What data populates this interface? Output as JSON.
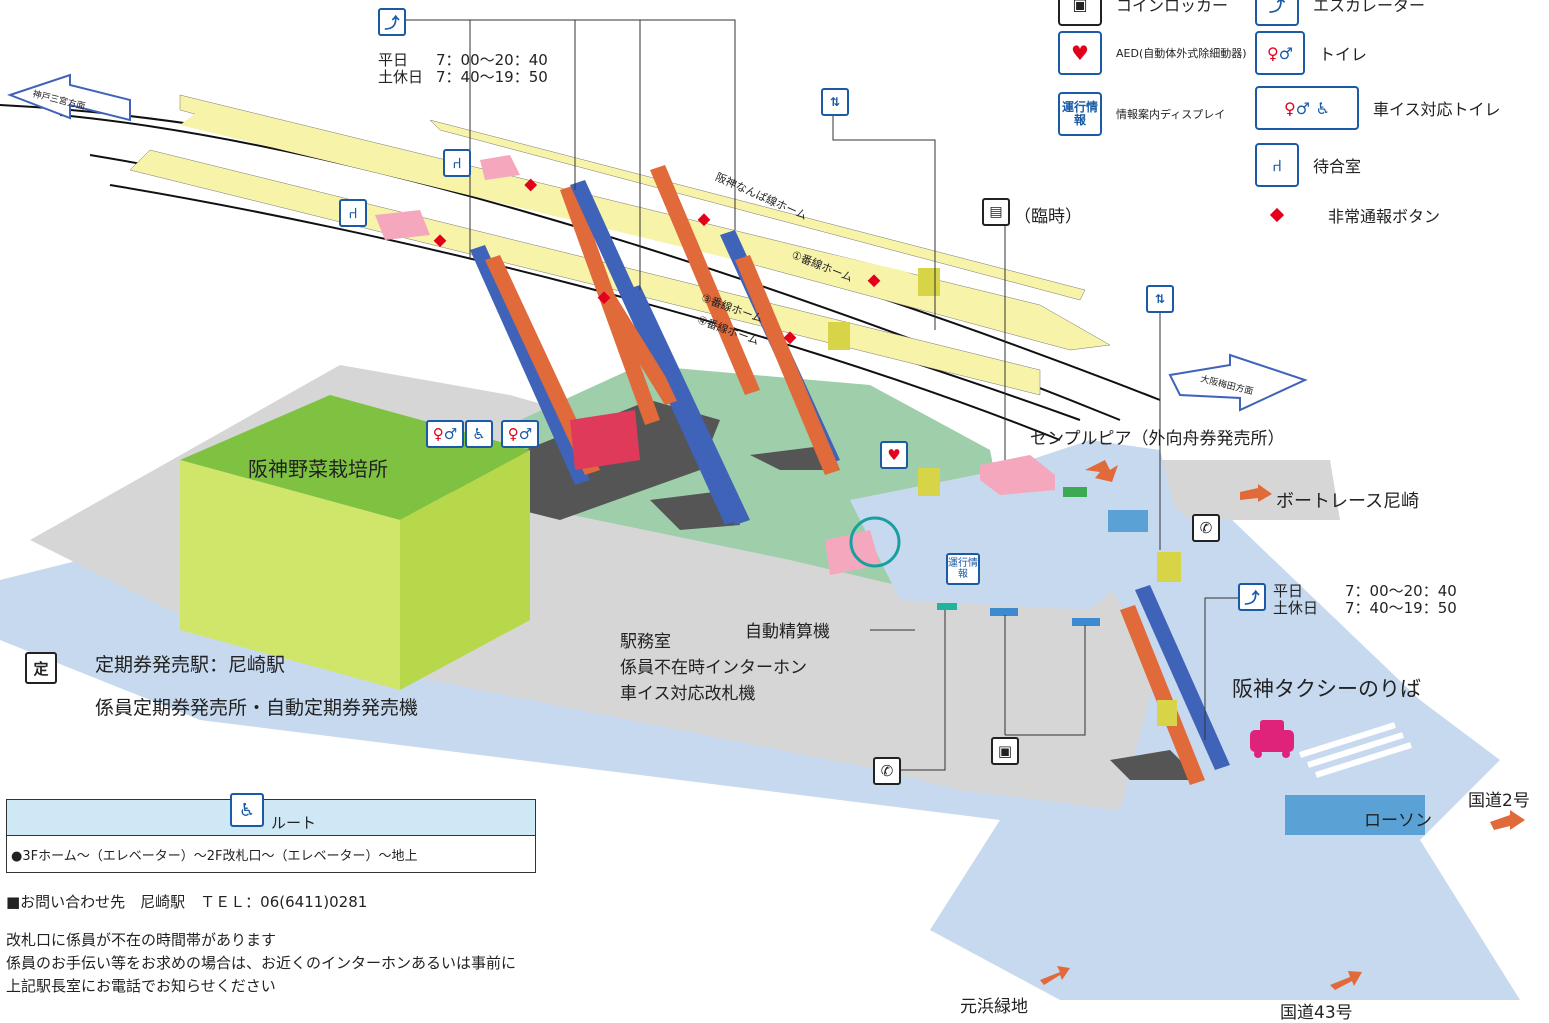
{
  "legend": {
    "coin_locker": "コインロッカー",
    "escalator": "エスカレーター",
    "aed": "AED(自動体外式除細動器)",
    "toilet": "トイレ",
    "info_display_icon": "運行情報",
    "info_display": "情報案内ディスプレイ",
    "accessible_toilet": "車イス対応トイレ",
    "waiting_room": "待合室",
    "emergency_button": "非常通報ボタン"
  },
  "escalator_hours_top": {
    "weekday_label": "平日",
    "weekday": "7：00～20：40",
    "holiday_label": "土休日",
    "holiday": "7：40～19：50"
  },
  "escalator_hours_right": {
    "weekday_label": "平日",
    "weekday": "7：00～20：40",
    "holiday_label": "土休日",
    "holiday": "7：40～19：50"
  },
  "directions": {
    "west": "神戸三宮方面",
    "east": "大阪梅田方面"
  },
  "platforms": {
    "p_nambu": "阪神なんば線ホーム",
    "p1": "①番線ホーム",
    "p3": "③番線ホーム",
    "p4": "④番線ホーム"
  },
  "places": {
    "farm": "阪神野菜栽培所",
    "temp_note": "（臨時）",
    "sempul": "センプルピア（外向舟券発売所）",
    "boatrace": "ボートレース尼崎",
    "fare_machine": "自動精算機",
    "station_office": "駅務室",
    "intercom": "係員不在時インターホン",
    "wheelchair_gate": "車イス対応改札機",
    "taxi": "阪神タクシーのりば",
    "lawson": "ローソン",
    "route2": "国道2号",
    "route43": "国道43号",
    "motohama": "元浜緑地",
    "info_display_map": "運行情報"
  },
  "commuter_pass": {
    "station": "定期券発売駅：尼崎駅",
    "types": "係員定期券発売所・自動定期券発売機"
  },
  "route": {
    "header": "ルート",
    "body": "●3Fホーム～（エレベーター）～2F改札口～（エレベーター）～地上"
  },
  "contact": "■お問い合わせ先　尼崎駅　ＴＥＬ：06(6411)0281",
  "notice": [
    "改札口に係員が不在の時間帯があります",
    "係員のお手伝い等をお求めの場合は、お近くのインターホンあるいは事前に",
    "上記駅長室にお電話でお知らせください"
  ],
  "colors": {
    "platform": "#f7f3a8",
    "concourse": "#a8cfa4",
    "ground": "#c6d9ee",
    "road": "#d8d8d8",
    "farm": "#7fc241",
    "escalator": "#3f63b8",
    "stairs": "#e06a3a",
    "emergency": "#e3001b",
    "accent": "#1a5aa6"
  }
}
